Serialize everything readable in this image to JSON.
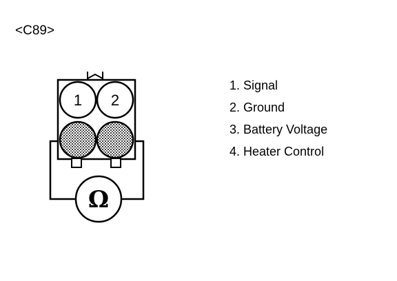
{
  "connector": {
    "id_label": "<C89>"
  },
  "diagram": {
    "pin_labels": [
      "1",
      "2"
    ],
    "meter_symbol": "Ω",
    "meter_icon": "ohmmeter-icon"
  },
  "pins": [
    {
      "text": "1. Signal"
    },
    {
      "text": "2. Ground"
    },
    {
      "text": "3. Battery Voltage"
    },
    {
      "text": "4. Heater Control"
    }
  ]
}
